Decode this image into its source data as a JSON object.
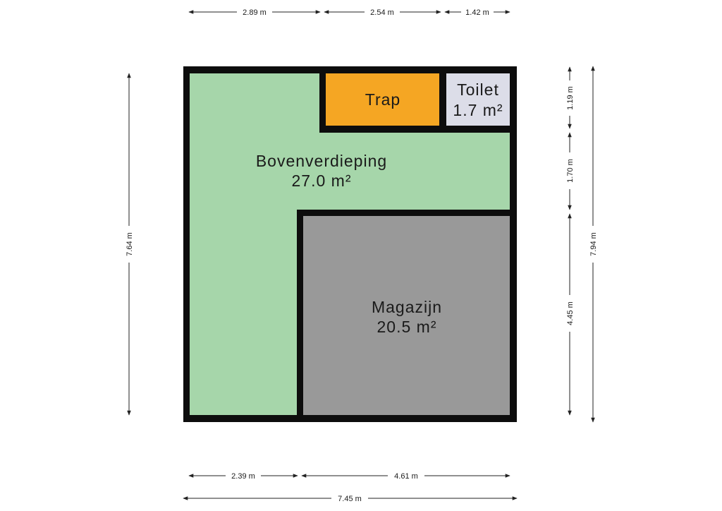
{
  "colors": {
    "wall": "#0d0d0d",
    "living": "#a6d6aa",
    "stairs": "#f5a623",
    "toilet": "#dcdde8",
    "storage": "#999999"
  },
  "rooms": {
    "bovenverdieping": {
      "name": "Bovenverdieping",
      "area": "27.0 m²"
    },
    "trap": {
      "name": "Trap"
    },
    "toilet": {
      "name": "Toilet",
      "area": "1.7 m²"
    },
    "magazijn": {
      "name": "Magazijn",
      "area": "20.5 m²"
    }
  },
  "dimensions": {
    "top_1": "2.89 m",
    "top_2": "2.54 m",
    "top_3": "1.42 m",
    "left_total": "7.64 m",
    "right_1": "1.19 m",
    "right_2": "1.70 m",
    "right_3": "4.45 m",
    "right_total": "7.94 m",
    "bottom_1": "2.39 m",
    "bottom_2": "4.61 m",
    "bottom_total": "7.45 m"
  }
}
